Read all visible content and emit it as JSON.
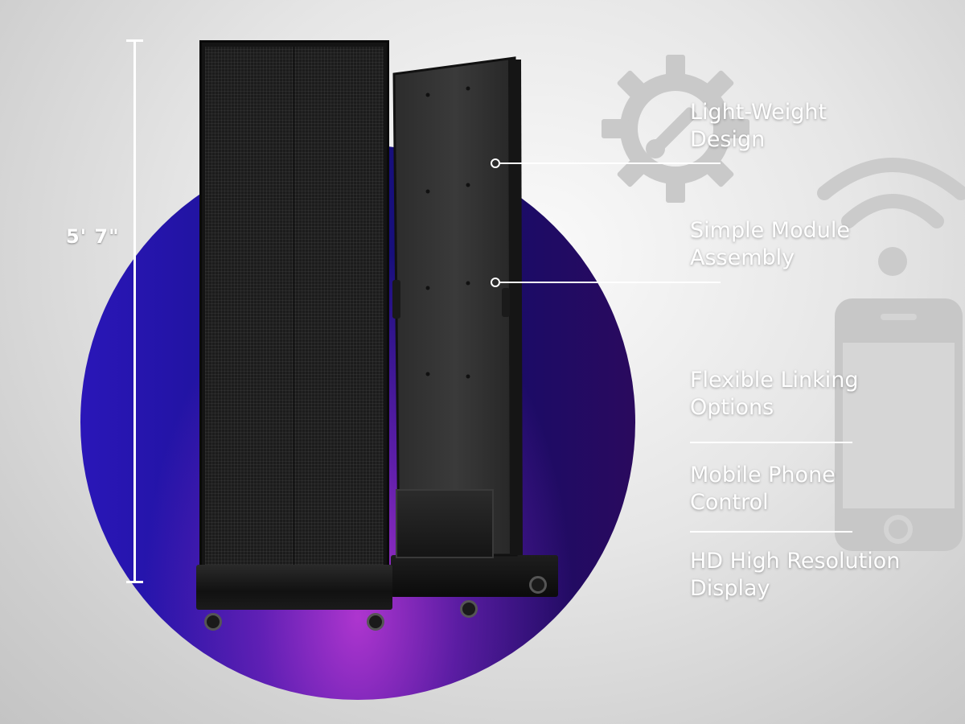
{
  "dimension": {
    "height_label": "5' 7\""
  },
  "features": [
    {
      "id": "light-weight",
      "label": "Light-Weight\nDesign"
    },
    {
      "id": "module-assembly",
      "label": "Simple Module\nAssembly"
    },
    {
      "id": "linking",
      "label": "Flexible Linking\nOptions"
    },
    {
      "id": "phone-control",
      "label": "Mobile Phone\nControl"
    },
    {
      "id": "hd-display",
      "label": "HD High Resolution\nDisplay"
    }
  ],
  "icons": {
    "gear": "gear-wrench-icon",
    "wifi": "wifi-icon",
    "phone": "mobile-phone-icon"
  },
  "colors": {
    "circle_blue": "#1a1290",
    "circle_purple": "#8a2bd0",
    "panel_black": "#141414",
    "label_white": "#ffffff"
  }
}
